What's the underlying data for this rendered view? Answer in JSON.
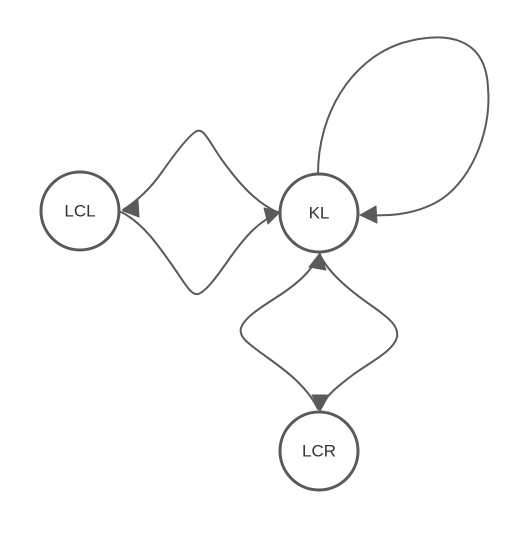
{
  "diagram": {
    "type": "directed-graph",
    "colors": {
      "stroke": "#5a5a5a",
      "node_fill": "#ffffff",
      "label": "#333333",
      "background": "#ffffff"
    },
    "nodes": [
      {
        "id": "lcl",
        "label": "LCL"
      },
      {
        "id": "kl",
        "label": "KL"
      },
      {
        "id": "lcr",
        "label": "LCR"
      }
    ],
    "edges": [
      {
        "from": "kl",
        "to": "lcl"
      },
      {
        "from": "lcl",
        "to": "kl"
      },
      {
        "from": "lcr",
        "to": "kl"
      },
      {
        "from": "kl",
        "to": "lcr"
      },
      {
        "from": "kl",
        "to": "kl"
      }
    ]
  }
}
